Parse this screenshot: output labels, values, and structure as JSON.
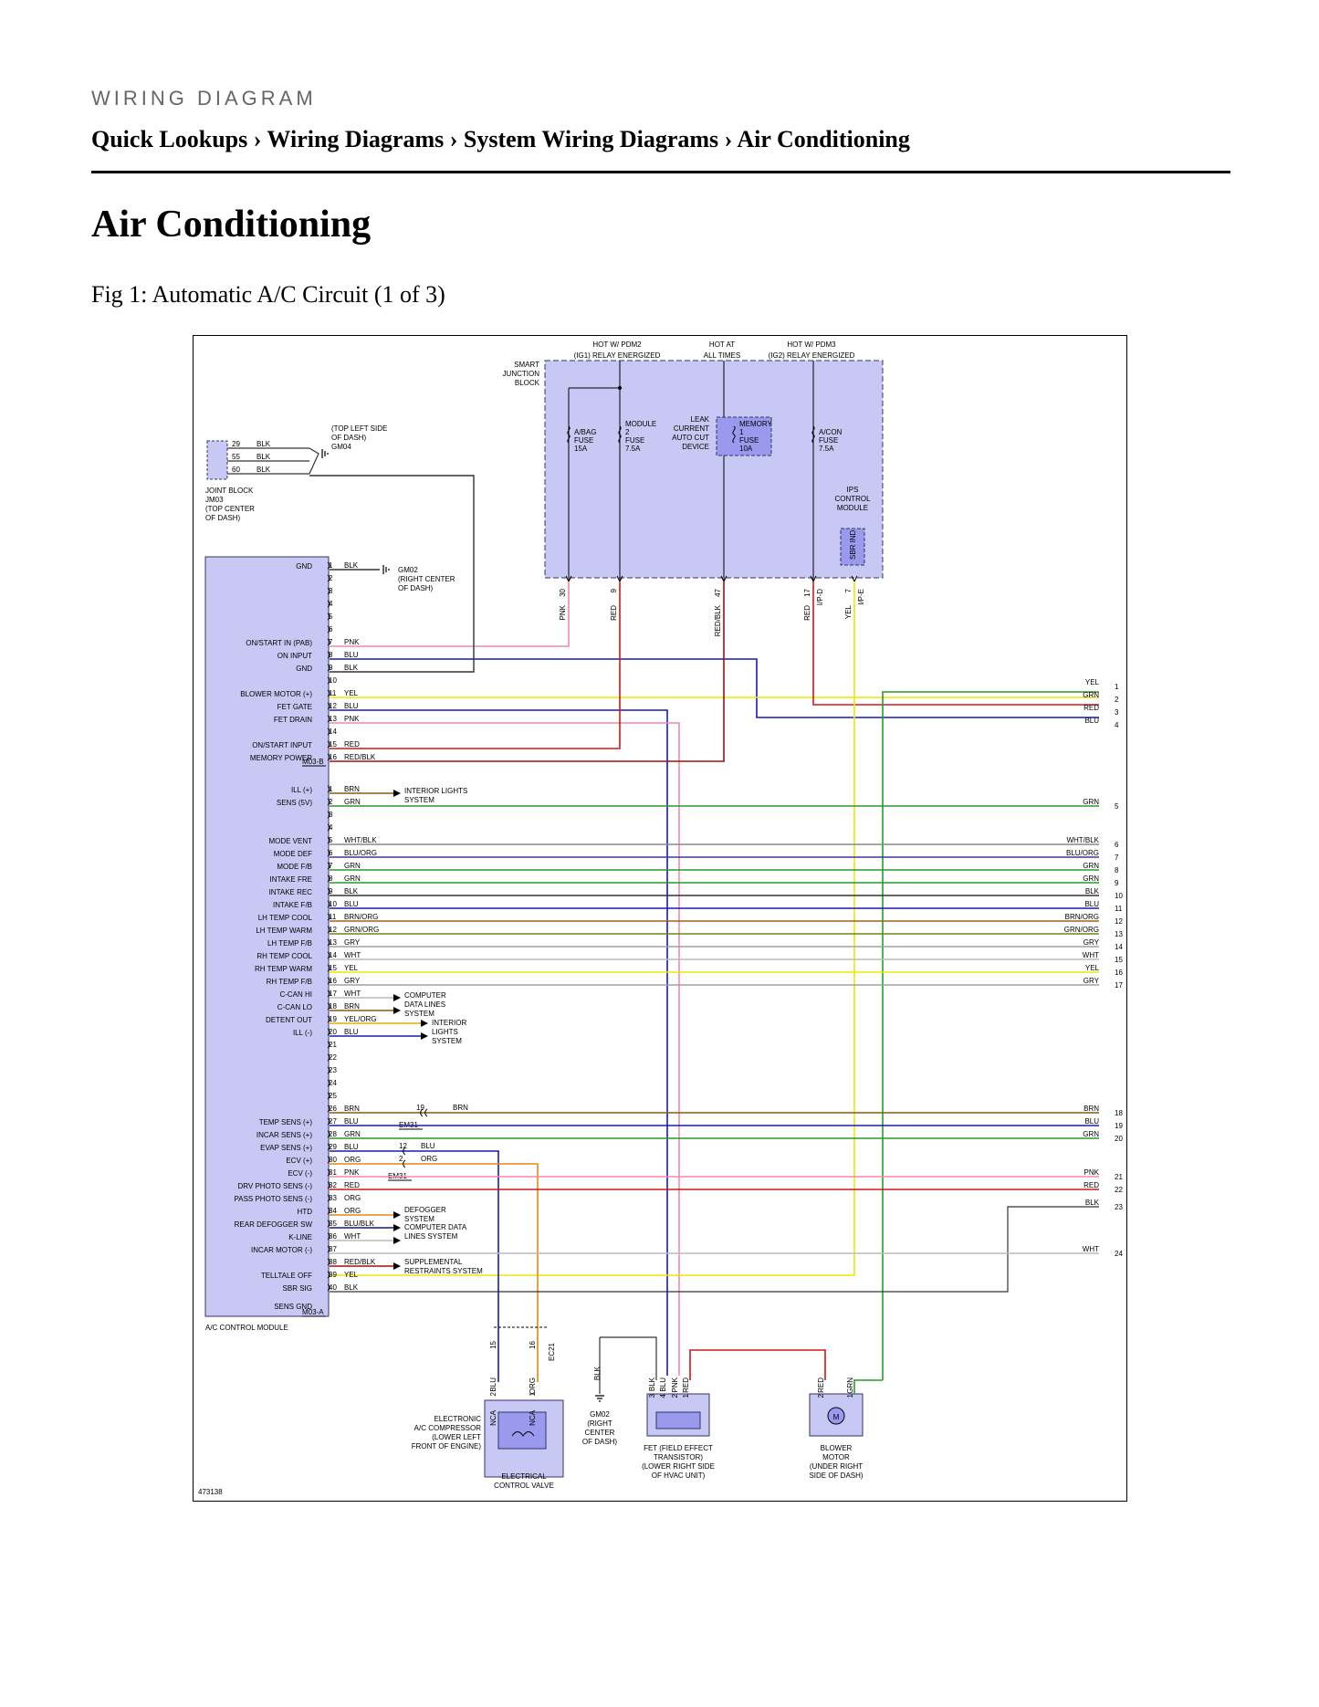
{
  "header": {
    "section_label": "WIRING DIAGRAM",
    "breadcrumb": "Quick Lookups › Wiring Diagrams › System Wiring Diagrams › Air Conditioning"
  },
  "page_title": "Air Conditioning",
  "figure_caption": "Fig 1: Automatic A/C Circuit (1 of 3)",
  "diagram": {
    "figure_id": "473138",
    "colors": {
      "background": "#ffffff",
      "module_fill": "#c8c8f4",
      "module_stroke": "#333366"
    },
    "wire_colors": {
      "PNK": "#f08aa8",
      "BLU": "#1a1ab0",
      "BLK": "#333333",
      "YEL": "#f2e600",
      "RED": "#d01818",
      "RED/BLK": "#a01010",
      "GRN": "#2a9a2a",
      "BRN": "#8a5a10",
      "WHT/BLK": "#888888",
      "BLU/ORG": "#3a3a9a",
      "BRN/ORG": "#a06020",
      "GRN/ORG": "#6a8a10",
      "GRY": "#a0a0a0",
      "WHT": "#bbbbbb",
      "YEL/ORG": "#e0b000",
      "ORG": "#e08a10",
      "BLU/BLK": "#1a1a60"
    },
    "power_labels": [
      {
        "l1": "HOT W/ PDM2",
        "l2": "(IG1) RELAY ENERGIZED"
      },
      {
        "l1": "HOT AT",
        "l2": "ALL TIMES"
      },
      {
        "l1": "HOT W/ PDM3",
        "l2": "(IG2) RELAY ENERGIZED"
      }
    ],
    "smart_junction_block": {
      "label": [
        "SMART",
        "JUNCTION",
        "BLOCK"
      ]
    },
    "fuses": [
      {
        "lines": [
          "A/BAG",
          "FUSE",
          "15A"
        ]
      },
      {
        "lines": [
          "MODULE",
          "2",
          "FUSE",
          "7.5A"
        ]
      },
      {
        "lines": [
          "MEMORY",
          "1",
          "FUSE",
          "10A"
        ]
      },
      {
        "lines": [
          "A/CON",
          "FUSE",
          "7.5A"
        ]
      }
    ],
    "leak_current_label": [
      "LEAK",
      "CURRENT",
      "AUTO CUT",
      "DEVICE"
    ],
    "ips_label": [
      "IPS",
      "CONTROL",
      "MODULE"
    ],
    "sbr_ind": "SBR IND",
    "sjb_outputs": [
      {
        "pin": "30",
        "wire": "PNK"
      },
      {
        "pin": "9",
        "wire": "RED"
      },
      {
        "pin": "47",
        "wire": "RED/BLK"
      },
      {
        "pin": "17",
        "wire": "RED",
        "conn": "I/P-D"
      },
      {
        "pin": "7",
        "wire": "YEL",
        "conn": "I/P-E"
      }
    ],
    "joint_block": {
      "pins": [
        {
          "pin": "29",
          "wire": "BLK"
        },
        {
          "pin": "55",
          "wire": "BLK"
        },
        {
          "pin": "60",
          "wire": "BLK"
        }
      ],
      "label": [
        "JOINT BLOCK",
        "JM03",
        "(TOP CENTER",
        "OF DASH)"
      ],
      "ground_label": [
        "(TOP LEFT SIDE",
        "OF DASH)",
        "GM04"
      ]
    },
    "gm02_ground": [
      "GM02",
      "(RIGHT CENTER",
      "OF DASH)"
    ],
    "connector_b": {
      "name": "M03-B",
      "pins": [
        {
          "pin": "1",
          "wire": "BLK",
          "func": "GND"
        },
        {
          "pin": "2"
        },
        {
          "pin": "3"
        },
        {
          "pin": "4"
        },
        {
          "pin": "5"
        },
        {
          "pin": "6"
        },
        {
          "pin": "7",
          "wire": "PNK",
          "func": "ON/START IN (PAB)"
        },
        {
          "pin": "8",
          "wire": "BLU",
          "func": "ON INPUT"
        },
        {
          "pin": "9",
          "wire": "BLK",
          "func": "GND"
        },
        {
          "pin": "10"
        },
        {
          "pin": "11",
          "wire": "YEL",
          "func": "BLOWER MOTOR (+)"
        },
        {
          "pin": "12",
          "wire": "BLU",
          "func": "FET GATE"
        },
        {
          "pin": "13",
          "wire": "PNK",
          "func": "FET DRAIN"
        },
        {
          "pin": "14"
        },
        {
          "pin": "15",
          "wire": "RED",
          "func": "ON/START INPUT"
        },
        {
          "pin": "16",
          "wire": "RED/BLK",
          "func": "MEMORY POWER"
        }
      ]
    },
    "connector_a": {
      "name": "M03-A",
      "pins": [
        {
          "pin": "1",
          "wire": "BRN",
          "func": "ILL (+)"
        },
        {
          "pin": "2",
          "wire": "GRN",
          "func": "SENS (5V)"
        },
        {
          "pin": "3"
        },
        {
          "pin": "4"
        },
        {
          "pin": "5",
          "wire": "WHT/BLK",
          "func": "MODE VENT"
        },
        {
          "pin": "6",
          "wire": "BLU/ORG",
          "func": "MODE DEF"
        },
        {
          "pin": "7",
          "wire": "GRN",
          "func": "MODE F/B"
        },
        {
          "pin": "8",
          "wire": "GRN",
          "func": "INTAKE FRE"
        },
        {
          "pin": "9",
          "wire": "BLK",
          "func": "INTAKE REC"
        },
        {
          "pin": "10",
          "wire": "BLU",
          "func": "INTAKE F/B"
        },
        {
          "pin": "11",
          "wire": "BRN/ORG",
          "func": "LH TEMP COOL"
        },
        {
          "pin": "12",
          "wire": "GRN/ORG",
          "func": "LH TEMP WARM"
        },
        {
          "pin": "13",
          "wire": "GRY",
          "func": "LH TEMP F/B"
        },
        {
          "pin": "14",
          "wire": "WHT",
          "func": "RH TEMP COOL"
        },
        {
          "pin": "15",
          "wire": "YEL",
          "func": "RH TEMP WARM"
        },
        {
          "pin": "16",
          "wire": "GRY",
          "func": "RH TEMP F/B"
        },
        {
          "pin": "17",
          "wire": "WHT",
          "func": "C-CAN HI"
        },
        {
          "pin": "18",
          "wire": "BRN",
          "func": "C-CAN LO"
        },
        {
          "pin": "19",
          "wire": "YEL/ORG",
          "func": "DETENT OUT"
        },
        {
          "pin": "20",
          "wire": "BLU",
          "func": "ILL (-)"
        },
        {
          "pin": "21"
        },
        {
          "pin": "22"
        },
        {
          "pin": "23"
        },
        {
          "pin": "24"
        },
        {
          "pin": "25"
        },
        {
          "pin": "26",
          "wire": "BRN",
          "func": ""
        },
        {
          "pin": "27",
          "wire": "BLU",
          "func": "TEMP SENS (+)"
        },
        {
          "pin": "28",
          "wire": "GRN",
          "func": "INCAR SENS (+)"
        },
        {
          "pin": "29",
          "wire": "BLU",
          "func": "EVAP SENS (+)"
        },
        {
          "pin": "30",
          "wire": "ORG",
          "func": "ECV (+)"
        },
        {
          "pin": "31",
          "wire": "PNK",
          "func": "ECV (-)"
        },
        {
          "pin": "32",
          "wire": "RED",
          "func": "DRV PHOTO SENS (-)"
        },
        {
          "pin": "33",
          "wire": "ORG",
          "func": "PASS PHOTO SENS (-)"
        },
        {
          "pin": "34",
          "wire": "ORG",
          "func": "HTD"
        },
        {
          "pin": "35",
          "wire": "BLU/BLK",
          "func": "REAR DEFOGGER SW"
        },
        {
          "pin": "36",
          "wire": "WHT",
          "func": "K-LINE"
        },
        {
          "pin": "37",
          "func": "INCAR MOTOR (-)"
        },
        {
          "pin": "38",
          "wire": "RED/BLK",
          "func": ""
        },
        {
          "pin": "39",
          "wire": "YEL",
          "func": "TELLTALE OFF"
        },
        {
          "pin": "40",
          "wire": "BLK",
          "func": "SBR SIG"
        }
      ],
      "extra_func": "SENS GND"
    },
    "module_label": "A/C CONTROL MODULE",
    "right_labels": [
      {
        "n": "1",
        "wire": "YEL"
      },
      {
        "n": "2",
        "wire": "GRN"
      },
      {
        "n": "3",
        "wire": "RED"
      },
      {
        "n": "4",
        "wire": "BLU"
      },
      {
        "n": "5",
        "wire": "GRN"
      },
      {
        "n": "6",
        "wire": "WHT/BLK"
      },
      {
        "n": "7",
        "wire": "BLU/ORG"
      },
      {
        "n": "8",
        "wire": "GRN"
      },
      {
        "n": "9",
        "wire": "GRN"
      },
      {
        "n": "10",
        "wire": "BLK"
      },
      {
        "n": "11",
        "wire": "BLU"
      },
      {
        "n": "12",
        "wire": "BRN/ORG"
      },
      {
        "n": "13",
        "wire": "GRN/ORG"
      },
      {
        "n": "14",
        "wire": "GRY"
      },
      {
        "n": "15",
        "wire": "WHT"
      },
      {
        "n": "16",
        "wire": "YEL"
      },
      {
        "n": "17",
        "wire": "GRY"
      },
      {
        "n": "18",
        "wire": "BRN"
      },
      {
        "n": "19",
        "wire": "BLU"
      },
      {
        "n": "20",
        "wire": "GRN"
      },
      {
        "n": "21",
        "wire": "PNK"
      },
      {
        "n": "22",
        "wire": "RED"
      },
      {
        "n": "23",
        "wire": "BLK"
      },
      {
        "n": "24",
        "wire": "WHT"
      }
    ],
    "arrow_targets": [
      [
        "INTERIOR LIGHTS",
        "SYSTEM"
      ],
      [
        "COMPUTER",
        "DATA LINES",
        "SYSTEM"
      ],
      [
        "INTERIOR",
        "LIGHTS",
        "SYSTEM"
      ],
      [
        "DEFOGGER",
        "SYSTEM"
      ],
      [
        "COMPUTER DATA",
        "LINES SYSTEM"
      ],
      [
        "SUPPLEMENTAL",
        "RESTRAINTS SYSTEM"
      ]
    ],
    "inline_connectors": {
      "em31_a": {
        "name": "EM31",
        "pin": "19",
        "wire": "BRN"
      },
      "em31_b": {
        "name": "EM31",
        "pin1": "12",
        "wire1": "BLU",
        "pin2": "2",
        "wire2": "ORG"
      },
      "ec21": {
        "name": "EC21",
        "pins": [
          {
            "pin": "15",
            "wire": "BLU"
          },
          {
            "pin": "16",
            "wire": "ORG"
          }
        ]
      }
    },
    "ecv_pins": [
      {
        "pin": "2",
        "wire": "NCA"
      },
      {
        "pin": "1",
        "wire": "NCA"
      }
    ],
    "compressor_label": [
      "ELECTRONIC",
      "A/C COMPRESSOR",
      "(LOWER LEFT",
      "FRONT OF ENGINE)"
    ],
    "ecv_label": [
      "ELECTRICAL",
      "CONTROL VALVE"
    ],
    "gm02_bottom": [
      "GM02",
      "(RIGHT",
      "CENTER",
      "OF DASH)"
    ],
    "fet_wires": [
      {
        "pin": "3",
        "wire": "BLK"
      },
      {
        "pin": "4",
        "wire": "BLU"
      },
      {
        "pin": "2",
        "wire": "PNK"
      },
      {
        "pin": "1",
        "wire": "RED"
      }
    ],
    "fet_label": [
      "FET (FIELD EFFECT",
      "TRANSISTOR)",
      "(LOWER RIGHT SIDE",
      "OF HVAC UNIT)"
    ],
    "blower_wires": [
      {
        "pin": "2",
        "wire": "RED"
      },
      {
        "pin": "1",
        "wire": "GRN"
      }
    ],
    "blower_label": [
      "BLOWER",
      "MOTOR",
      "(UNDER RIGHT",
      "SIDE OF DASH)"
    ]
  }
}
